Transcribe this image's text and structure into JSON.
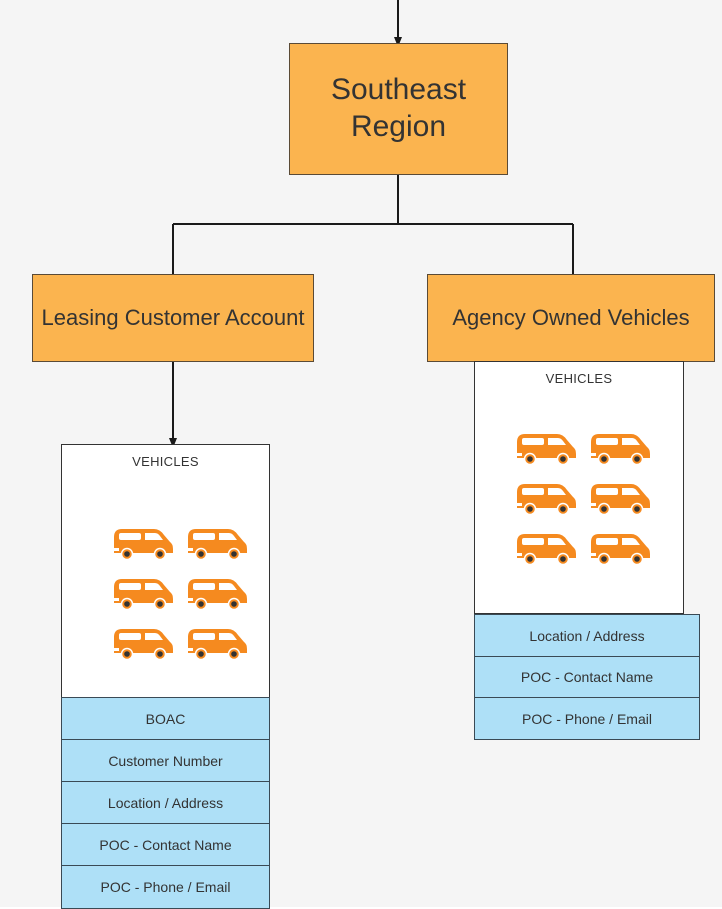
{
  "diagram": {
    "region": {
      "label": "Southeast Region"
    },
    "leasing": {
      "label": "Leasing Customer Account",
      "vehicles_title": "VEHICLES",
      "vehicle_count": 6,
      "fields": [
        "BOAC",
        "Customer Number",
        "Location / Address",
        "POC - Contact Name",
        "POC - Phone / Email"
      ]
    },
    "agency": {
      "label": "Agency Owned Vehicles",
      "vehicles_title": "VEHICLES",
      "vehicle_count": 6,
      "fields": [
        "Location / Address",
        "POC - Contact Name",
        "POC - Phone / Email"
      ]
    }
  },
  "colors": {
    "node_fill": "#fbb44f",
    "field_fill": "#aee0f7",
    "van_body": "#f58a1f",
    "connector": "#1a1a1a"
  },
  "icons": {
    "vehicle": "van-icon",
    "connector_head": "arrow-head"
  }
}
